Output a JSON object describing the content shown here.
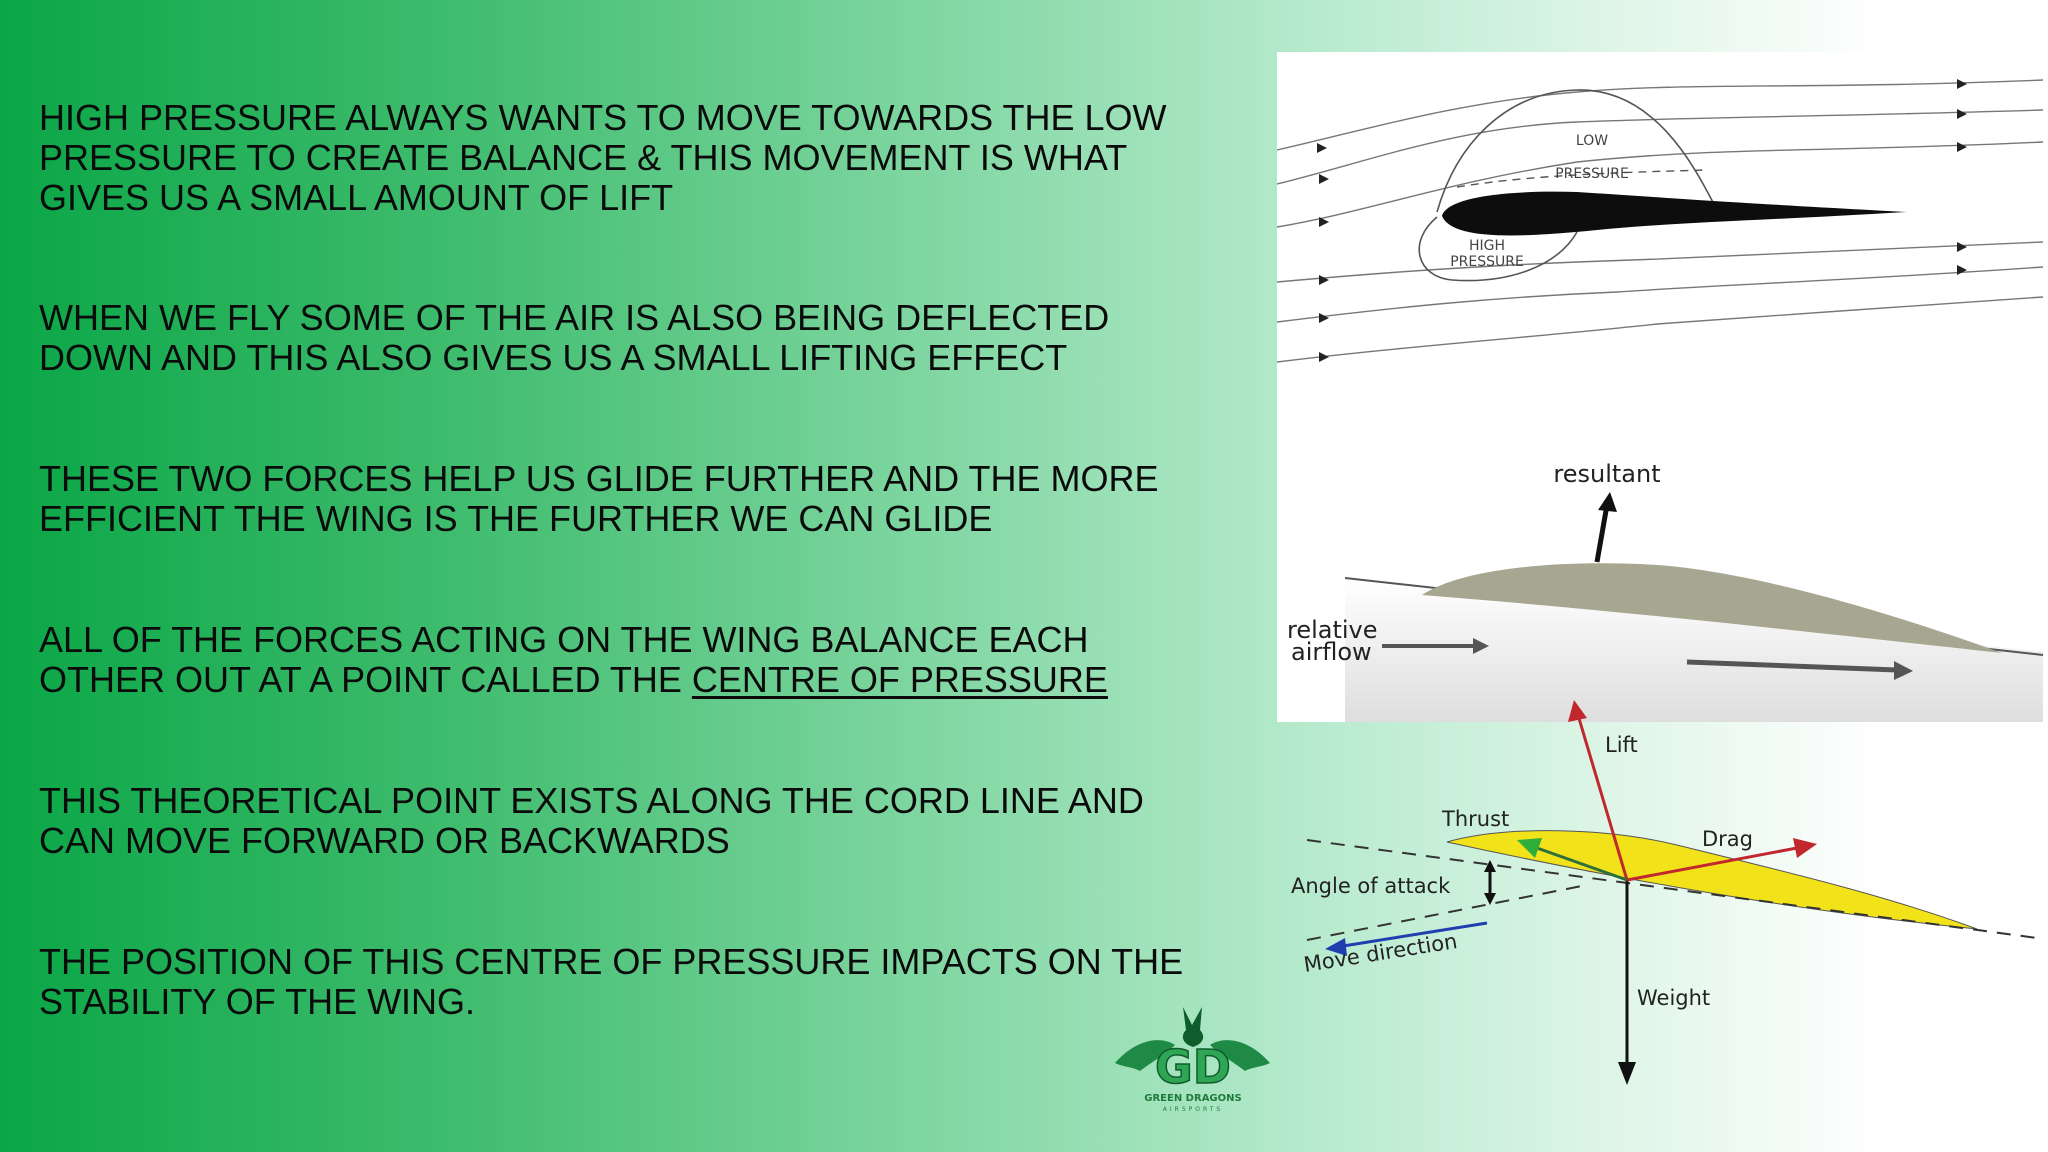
{
  "paragraphs": [
    {
      "lines": [
        "HIGH PRESSURE ALWAYS WANTS TO MOVE TOWARDS THE LOW",
        "PRESSURE TO CREATE BALANCE & THIS MOVEMENT IS WHAT",
        "GIVES US A SMALL AMOUNT OF LIFT"
      ]
    },
    {
      "lines": [
        "WHEN WE FLY SOME OF THE AIR IS ALSO BEING DEFLECTED",
        "DOWN AND THIS ALSO GIVES US A SMALL LIFTING EFFECT"
      ]
    },
    {
      "lines": [
        "THESE TWO FORCES HELP US GLIDE FURTHER AND THE MORE",
        "EFFICIENT THE WING IS THE FURTHER WE CAN GLIDE"
      ]
    },
    {
      "lines": [
        "ALL OF THE FORCES ACTING ON THE WING BALANCE EACH",
        "OTHER OUT AT A POINT CALLED THE "
      ],
      "underlined": "CENTRE OF PRESSURE"
    },
    {
      "lines": [
        "THIS THEORETICAL POINT EXISTS ALONG THE CORD LINE AND",
        "CAN MOVE FORWARD OR BACKWARDS"
      ]
    },
    {
      "lines": [
        "THE POSITION OF THIS CENTRE OF PRESSURE IMPACTS ON THE",
        "STABILITY OF THE WING."
      ]
    }
  ],
  "figure_pressure": {
    "low": "LOW",
    "pressure_top": "PRESSURE",
    "high": "HIGH",
    "pressure_bottom": "PRESSURE"
  },
  "figure_resultant": {
    "resultant": "resultant",
    "relative": "relative",
    "airflow": "airflow"
  },
  "figure_forces": {
    "lift": "Lift",
    "thrust": "Thrust",
    "drag": "Drag",
    "angle": "Angle of attack",
    "move": "Move direction",
    "weight": "Weight"
  },
  "logo": {
    "initials": "GD",
    "name": "GREEN DRAGONS",
    "sub": "AIRSPORTS"
  },
  "colors": {
    "lift_arrow": "#c0282d",
    "thrust_arrow": "#2fae3a",
    "move_arrow": "#1f3fb0",
    "wing_fill": "#f2e21a"
  }
}
